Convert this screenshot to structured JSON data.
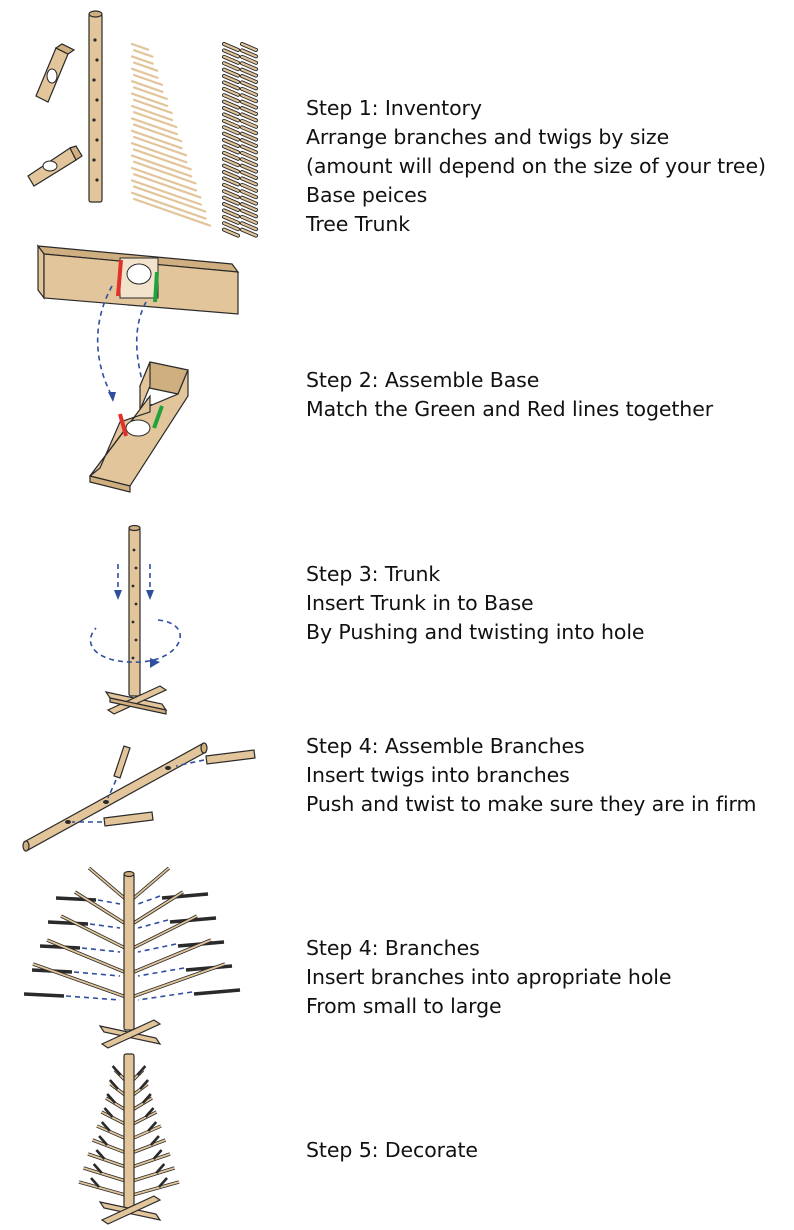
{
  "steps": [
    {
      "id": "inventory",
      "lines": [
        "Step 1: Inventory",
        "Arrange branches and twigs by size",
        "(amount will depend on the size of your tree)",
        "Base peices",
        "Tree Trunk"
      ]
    },
    {
      "id": "assemble-base",
      "lines": [
        "Step 2: Assemble Base",
        "Match the Green and Red lines together"
      ]
    },
    {
      "id": "trunk",
      "lines": [
        "Step 3: Trunk",
        "Insert Trunk in to Base",
        "By Pushing and twisting into hole"
      ]
    },
    {
      "id": "assemble-branches",
      "lines": [
        "Step 4: Assemble Branches",
        "Insert twigs into branches",
        "Push and twist to make sure they are in firm"
      ]
    },
    {
      "id": "branches",
      "lines": [
        "Step 4: Branches",
        "Insert branches into apropriate hole",
        "From small to large"
      ]
    },
    {
      "id": "decorate",
      "lines": [
        "Step 5: Decorate"
      ]
    }
  ],
  "colors": {
    "wood": "#e2c59a",
    "outline": "#2a2a2a",
    "arrow": "#2f4f9e",
    "red_line": "#e0312b",
    "green_line": "#1fa33a"
  }
}
